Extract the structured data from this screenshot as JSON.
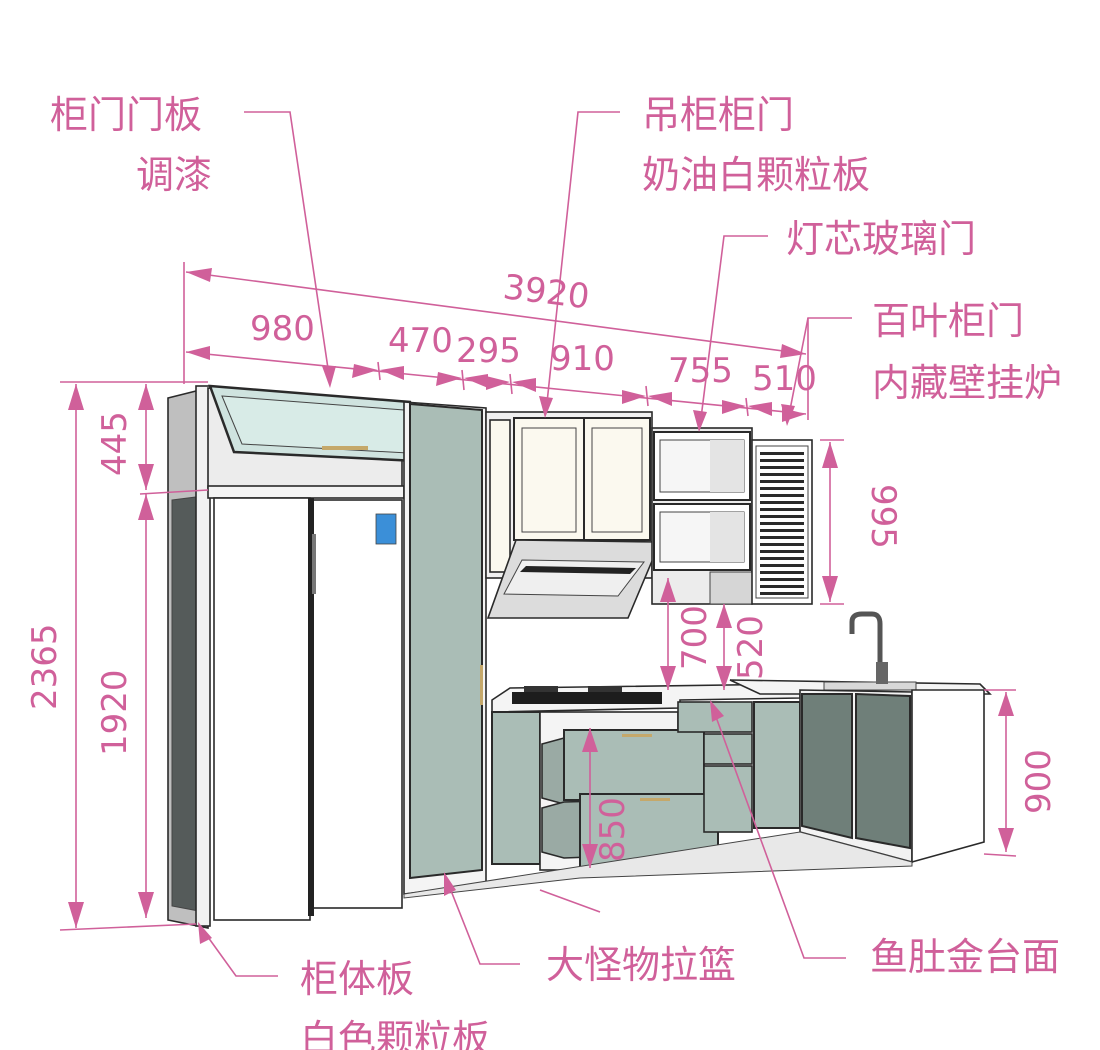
{
  "labels": {
    "door_panel_line1": "柜门门板",
    "door_panel_line2": "调漆",
    "wall_cabinet_line1": "吊柜柜门",
    "wall_cabinet_line2": "奶油白颗粒板",
    "glass_door": "灯芯玻璃门",
    "louver_line1": "百叶柜门",
    "louver_line2": "内藏壁挂炉",
    "carcass_line1": "柜体板",
    "carcass_line2": "白色颗粒板",
    "basket": "大怪物拉篮",
    "countertop": "鱼肚金台面"
  },
  "dimensions": {
    "total_width": "3920",
    "w1": "980",
    "w2": "470",
    "w3": "295",
    "w4": "910",
    "w5": "755",
    "w6": "510",
    "top_cabinet": "445",
    "tall_total": "2365",
    "fridge_height": "1920",
    "wall_cabinet_height": "995",
    "hood_gap": "700",
    "wall_gap": "520",
    "drawer_height": "850",
    "base_height": "900"
  },
  "colors": {
    "annotation": "#d0609a",
    "door_green": "#aabdb6",
    "dark_door": "#6f7f79",
    "glass": "#cfe3df",
    "cream": "#fbf9ef"
  }
}
